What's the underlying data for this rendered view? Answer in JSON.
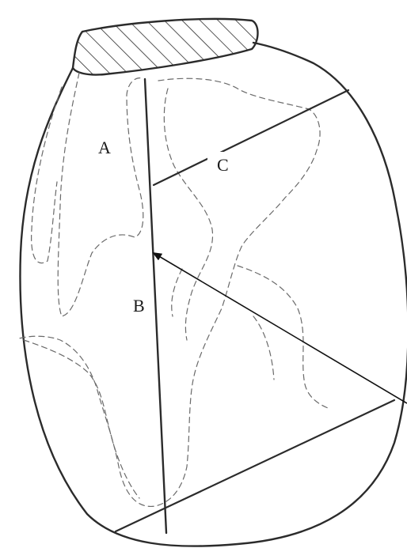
{
  "diagram": {
    "labels": {
      "a": "A",
      "b": "B",
      "c": "C"
    },
    "colors": {
      "ink": "#2b2b2b",
      "pencil": "#6a6a6a",
      "background": "#ffffff"
    }
  }
}
